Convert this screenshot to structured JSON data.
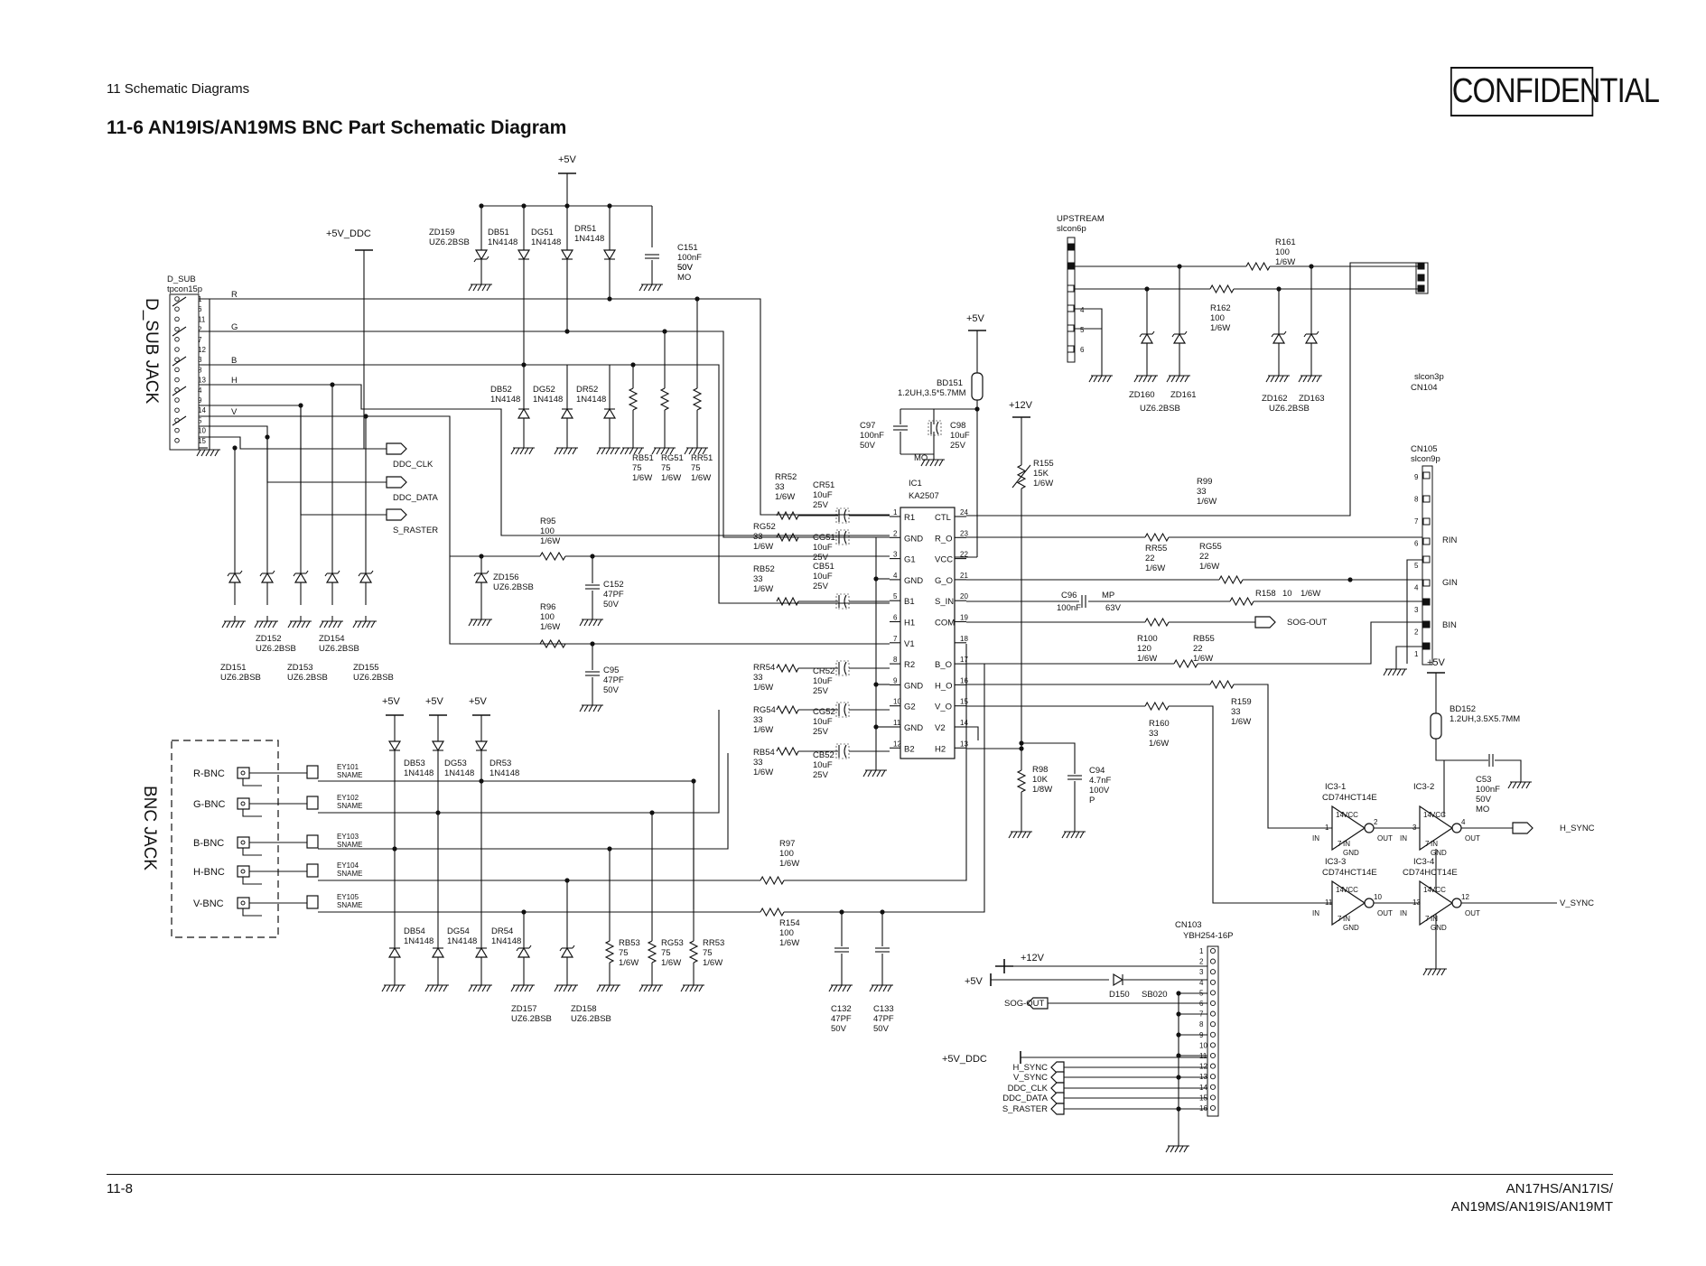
{
  "header": {
    "section": "11 Schematic Diagrams",
    "title": "11-6  AN19IS/AN19MS BNC Part Schematic Diagram",
    "stamp": "CONFIDENTIAL"
  },
  "footer": {
    "page": "11-8",
    "models_line1": "AN17HS/AN17IS/",
    "models_line2": "AN19MS/AN19IS/AN19MT"
  },
  "diagram": {
    "dsub_jack": "D_SUB JACK",
    "bnc_jack": "BNC JACK",
    "dsub": {
      "ref": "D_SUB",
      "part": "tpcon15p",
      "signals": [
        "R",
        "G",
        "B",
        "H",
        "V"
      ],
      "pins": [
        "1",
        "6",
        "11",
        "2",
        "7",
        "12",
        "3",
        "8",
        "13",
        "4",
        "9",
        "14",
        "5",
        "10",
        "15"
      ]
    },
    "ddc_nets": [
      "DDC_CLK",
      "DDC_DATA",
      "S_RASTER"
    ],
    "rails": {
      "p5v": "+5V",
      "p5v_ddc": "+5V_DDC",
      "p12v": "+12V"
    },
    "top_zeners": [
      {
        "ref": "ZD159",
        "part": "UZ6.2BSB"
      },
      {
        "ref": "DB51",
        "part": "1N4148"
      },
      {
        "ref": "DG51",
        "part": "1N4148"
      },
      {
        "ref": "DR51",
        "part": "1N4148"
      }
    ],
    "c151": [
      "C151",
      "100nF",
      "50V",
      "MO"
    ],
    "mid_diodes": [
      {
        "ref": "DB52",
        "part": "1N4148"
      },
      {
        "ref": "DG52",
        "part": "1N4148"
      },
      {
        "ref": "DR52",
        "part": "1N4148"
      }
    ],
    "load_res_top": [
      [
        "RB51",
        "75",
        "1/6W"
      ],
      [
        "RG51",
        "75",
        "1/6W"
      ],
      [
        "RR51",
        "75",
        "1/6W"
      ]
    ],
    "dsub_zeners": [
      "ZD151",
      "ZD152",
      "ZD153",
      "ZD154",
      "ZD155"
    ],
    "dsub_zener_part": "UZ6.2BSB",
    "zd156": [
      "ZD156",
      "UZ6.2BSB"
    ],
    "r95": [
      "R95",
      "100",
      "1/6W"
    ],
    "r96": [
      "R96",
      "100",
      "1/6W"
    ],
    "c152": [
      "C152",
      "47PF",
      "50V"
    ],
    "c95": [
      "C95",
      "47PF",
      "50V"
    ],
    "bd151": [
      "BD151",
      "1.2UH,3.5*5.7MM"
    ],
    "c97": [
      "C97",
      "100nF",
      "50V"
    ],
    "c98": [
      "C98",
      "10uF",
      "25V"
    ],
    "mo": "MO",
    "input_res": [
      [
        "RR52",
        "33",
        "1/6W"
      ],
      [
        "RG52",
        "33",
        "1/6W"
      ],
      [
        "RB52",
        "33",
        "1/6W"
      ],
      [
        "RR54",
        "33",
        "1/6W"
      ],
      [
        "RG54",
        "33",
        "1/6W"
      ],
      [
        "RB54",
        "33",
        "1/6W"
      ]
    ],
    "input_caps": [
      [
        "CR51",
        "10uF",
        "25V"
      ],
      [
        "CG51",
        "10uF",
        "25V"
      ],
      [
        "CB51",
        "10uF",
        "25V"
      ],
      [
        "CR52",
        "10uF",
        "25V"
      ],
      [
        "CG52",
        "10uF",
        "25V"
      ],
      [
        "CB52",
        "10uF",
        "25V"
      ]
    ],
    "ic1": {
      "ref": "IC1",
      "part": "KA2507",
      "left_pins": [
        "R1",
        "GND",
        "G1",
        "GND",
        "B1",
        "H1",
        "V1",
        "R2",
        "GND",
        "G2",
        "GND",
        "B2"
      ],
      "right_pins": [
        "CTL",
        "R_O",
        "VCC",
        "G_O",
        "S_IN",
        "COM",
        "",
        "B_O",
        "H_O",
        "V_O",
        "V2",
        "H2"
      ],
      "left_nums": [
        "1",
        "2",
        "3",
        "4",
        "5",
        "6",
        "7",
        "8",
        "9",
        "10",
        "11",
        "12"
      ],
      "right_nums": [
        "24",
        "23",
        "22",
        "21",
        "20",
        "19",
        "18",
        "17",
        "16",
        "15",
        "14",
        "13"
      ]
    },
    "r155": [
      "R155",
      "15K",
      "1/6W"
    ],
    "r98": [
      "R98",
      "10K",
      "1/8W"
    ],
    "c94": [
      "C94",
      "4.7nF",
      "100V",
      "P"
    ],
    "c96": [
      "C96",
      "100nF",
      "MP",
      "63V"
    ],
    "r99": [
      "R99",
      "33",
      "1/6W"
    ],
    "rr55": [
      "RR55",
      "22",
      "1/6W"
    ],
    "rg55": [
      "RG55",
      "22",
      "1/6W"
    ],
    "r158": [
      "R158",
      "10",
      "1/6W"
    ],
    "r100": [
      "R100",
      "120",
      "1/6W"
    ],
    "rb55": [
      "RB55",
      "22",
      "1/6W"
    ],
    "r159": [
      "R159",
      "33",
      "1/6W"
    ],
    "r160": [
      "R160",
      "33",
      "1/6W"
    ],
    "sog_out": "SOG-OUT",
    "upstream": [
      "UPSTREAM",
      "slcon6p"
    ],
    "r161": [
      "R161",
      "100",
      "1/6W"
    ],
    "r162": [
      "R162",
      "100",
      "1/6W"
    ],
    "up_zeners": [
      "ZD160",
      "ZD161",
      "ZD162",
      "ZD163"
    ],
    "up_zener_part": "UZ6.2BSB",
    "cn104": [
      "slcon3p",
      "CN104"
    ],
    "cn105": [
      "CN105",
      "slcon9p"
    ],
    "cn105_nets": [
      "RIN",
      "GIN",
      "BIN"
    ],
    "bd152": [
      "BD152",
      "1.2UH,3.5X5.7MM"
    ],
    "c53": [
      "C53",
      "100nF",
      "50V",
      "MO"
    ],
    "gates": [
      {
        "ref": "IC3-1",
        "part": "CD74HCT14E",
        "in": "1",
        "out": "2"
      },
      {
        "ref": "IC3-2",
        "part": "",
        "in": "3",
        "out": "4"
      },
      {
        "ref": "IC3-3",
        "part": "CD74HCT14E",
        "in": "11",
        "out": "10"
      },
      {
        "ref": "IC3-4",
        "part": "CD74HCT14E",
        "in": "13",
        "out": "12"
      }
    ],
    "gate_pins": {
      "vcc": "VCC",
      "gnd": "GND",
      "in": "IN",
      "out": "OUT",
      "p14": "14",
      "p7": "7"
    },
    "sync_out": [
      "H_SYNC",
      "V_SYNC"
    ],
    "bnc_ports": [
      "R-BNC",
      "G-BNC",
      "B-BNC",
      "H-BNC",
      "V-BNC"
    ],
    "bnc_eyes": [
      "EY101",
      "EY102",
      "EY103",
      "EY104",
      "EY105"
    ],
    "bnc_eye_part": "SNAME",
    "bnc_top_diodes": [
      {
        "ref": "DB53",
        "part": "1N4148"
      },
      {
        "ref": "DG53",
        "part": "1N4148"
      },
      {
        "ref": "DR53",
        "part": "1N4148"
      }
    ],
    "bnc_bot_diodes": [
      {
        "ref": "DB54",
        "part": "1N4148"
      },
      {
        "ref": "DG54",
        "part": "1N4148"
      },
      {
        "ref": "DR54",
        "part": "1N4148"
      }
    ],
    "bnc_zeners": [
      [
        "ZD157",
        "UZ6.2BSB"
      ],
      [
        "ZD158",
        "UZ6.2BSB"
      ]
    ],
    "load_res_bot": [
      [
        "RB53",
        "75",
        "1/6W"
      ],
      [
        "RG53",
        "75",
        "1/6W"
      ],
      [
        "RR53",
        "75",
        "1/6W"
      ]
    ],
    "r97": [
      "R97",
      "100",
      "1/6W"
    ],
    "r154": [
      "R154",
      "100",
      "1/6W"
    ],
    "c132": [
      "C132",
      "47PF",
      "50V"
    ],
    "c133": [
      "C133",
      "47PF",
      "50V"
    ],
    "cn103": [
      "CN103",
      "YBH254-16P"
    ],
    "d150": [
      "D150",
      "SB020"
    ],
    "cn103_nets": [
      "H_SYNC",
      "V_SYNC",
      "DDC_CLK",
      "DDC_DATA",
      "S_RASTER"
    ]
  }
}
